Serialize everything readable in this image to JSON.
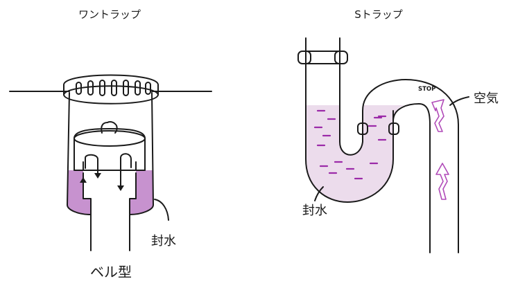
{
  "colors": {
    "line": "#1a1a1a",
    "water_light": "#ecdcec",
    "water_seal": "#c792cf",
    "dash": "#9b2aa8",
    "air_arrow": "#b04ab8"
  },
  "left_diagram": {
    "title": "ワントラップ",
    "caption": "ベル型",
    "seal_label": "封水"
  },
  "right_diagram": {
    "title": "Sトラップ",
    "seal_label": "封水",
    "air_label": "空気",
    "stop_label": "STOP"
  }
}
